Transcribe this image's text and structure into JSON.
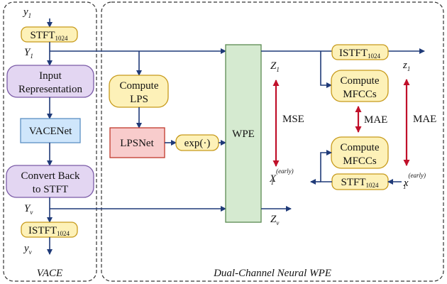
{
  "regions": {
    "left": "VACE",
    "right": "Dual-Channel Neural WPE"
  },
  "vace": {
    "input": "y",
    "input_sub": "1",
    "stft_top": "STFT",
    "stft_top_sub": "1024",
    "Y1": "Y",
    "Y1_sub": "1",
    "input_rep_line1": "Input",
    "input_rep_line2": "Representation",
    "vacenet": "VACENet",
    "convert_line1": "Convert Back",
    "convert_line2": "to STFT",
    "Yv": "Y",
    "Yv_sub": "v",
    "istft": "ISTFT",
    "istft_sub": "1024",
    "yv": "y",
    "yv_sub": "v"
  },
  "wpe": {
    "compute_lps_line1": "Compute",
    "compute_lps_line2": "LPS",
    "lpsnet": "LPSNet",
    "exp": "exp(·)",
    "wpe": "WPE",
    "Z1": "Z",
    "Z1_sub": "1",
    "Zv": "Z",
    "Zv_sub": "v",
    "mse": "MSE",
    "X1": "X",
    "X1_sub": "1",
    "X1_sup": "(early)",
    "istft": "ISTFT",
    "istft_sub": "1024",
    "z1": "z",
    "z1_sub": "1",
    "mfcc_top_line1": "Compute",
    "mfcc_top_line2": "MFCCs",
    "mae_inner": "MAE",
    "mfcc_bot_line1": "Compute",
    "mfcc_bot_line2": "MFCCs",
    "stft": "STFT",
    "stft_sub": "1024",
    "mae_outer": "MAE",
    "x1": "x",
    "x1_sub": "1",
    "x1_sup": "(early)"
  },
  "colors": {
    "flow": "#1f3a78",
    "yellow_fill": "#fdf1b8",
    "yellow_stroke": "#c79a1b",
    "purple_fill": "#e3d6f2",
    "purple_stroke": "#7a5aa6",
    "blue_fill": "#cfe6fb",
    "blue_stroke": "#5b8fc4",
    "red_fill": "#f8cccc",
    "red_stroke": "#c0392b",
    "green_fill": "#d5ead0",
    "green_stroke": "#5b8a52",
    "red_arrow": "#c0102a"
  }
}
